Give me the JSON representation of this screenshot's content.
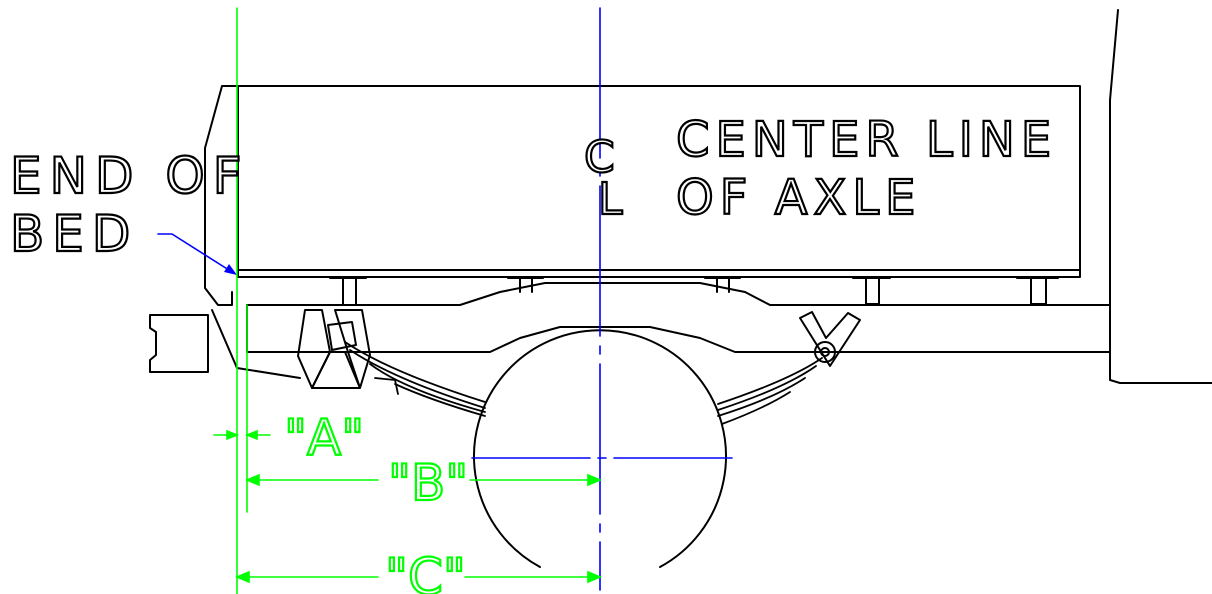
{
  "colors": {
    "outline": "#000000",
    "centerline": "#0000ff",
    "dimension": "#00ff00",
    "leader": "#0000ff",
    "background": "#ffffff"
  },
  "labels": {
    "end_of_bed_line1": "END OF",
    "end_of_bed_line2": "BED",
    "centerline_symbol_top": "C",
    "centerline_symbol_bottom": "L",
    "center_line_line1": "CENTER LINE",
    "center_line_line2": "OF AXLE"
  },
  "dimensions": {
    "a": "\"A\"",
    "b": "\"B\"",
    "c": "\"C\""
  }
}
